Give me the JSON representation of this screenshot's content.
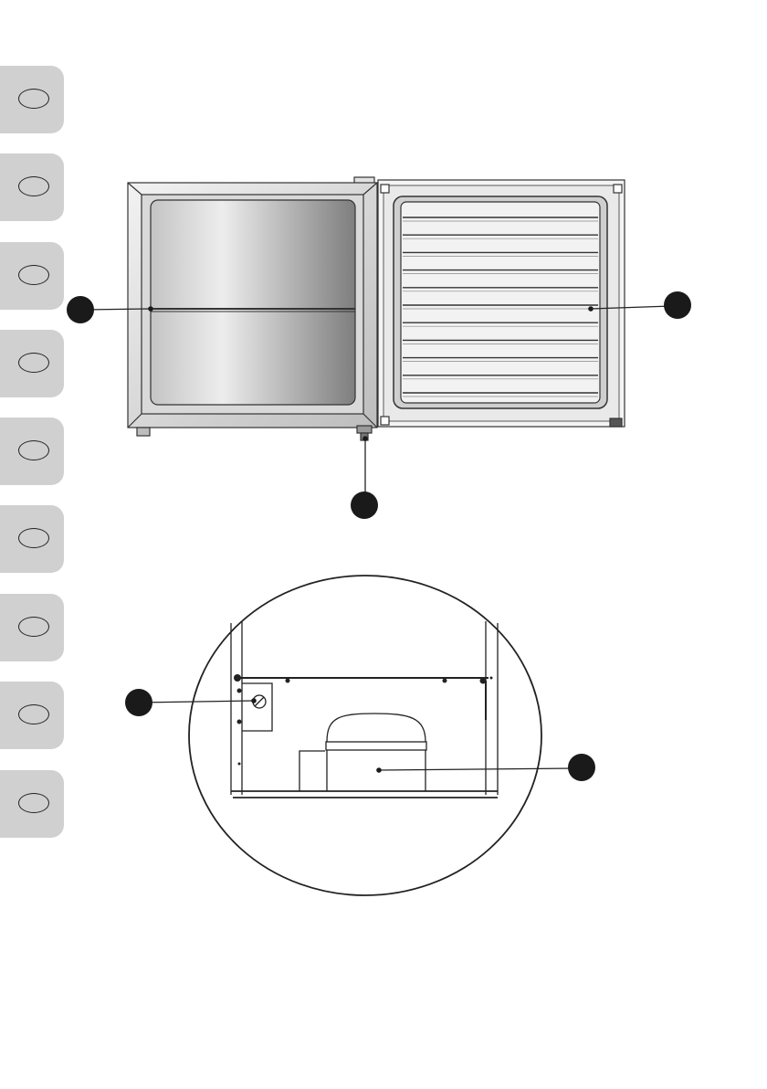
{
  "language_tabs": {
    "count": 9,
    "color": "#d0d0d0"
  },
  "callouts": {
    "count": 5,
    "color": "#1a1a1a"
  },
  "door_shelves": {
    "count": 11
  }
}
